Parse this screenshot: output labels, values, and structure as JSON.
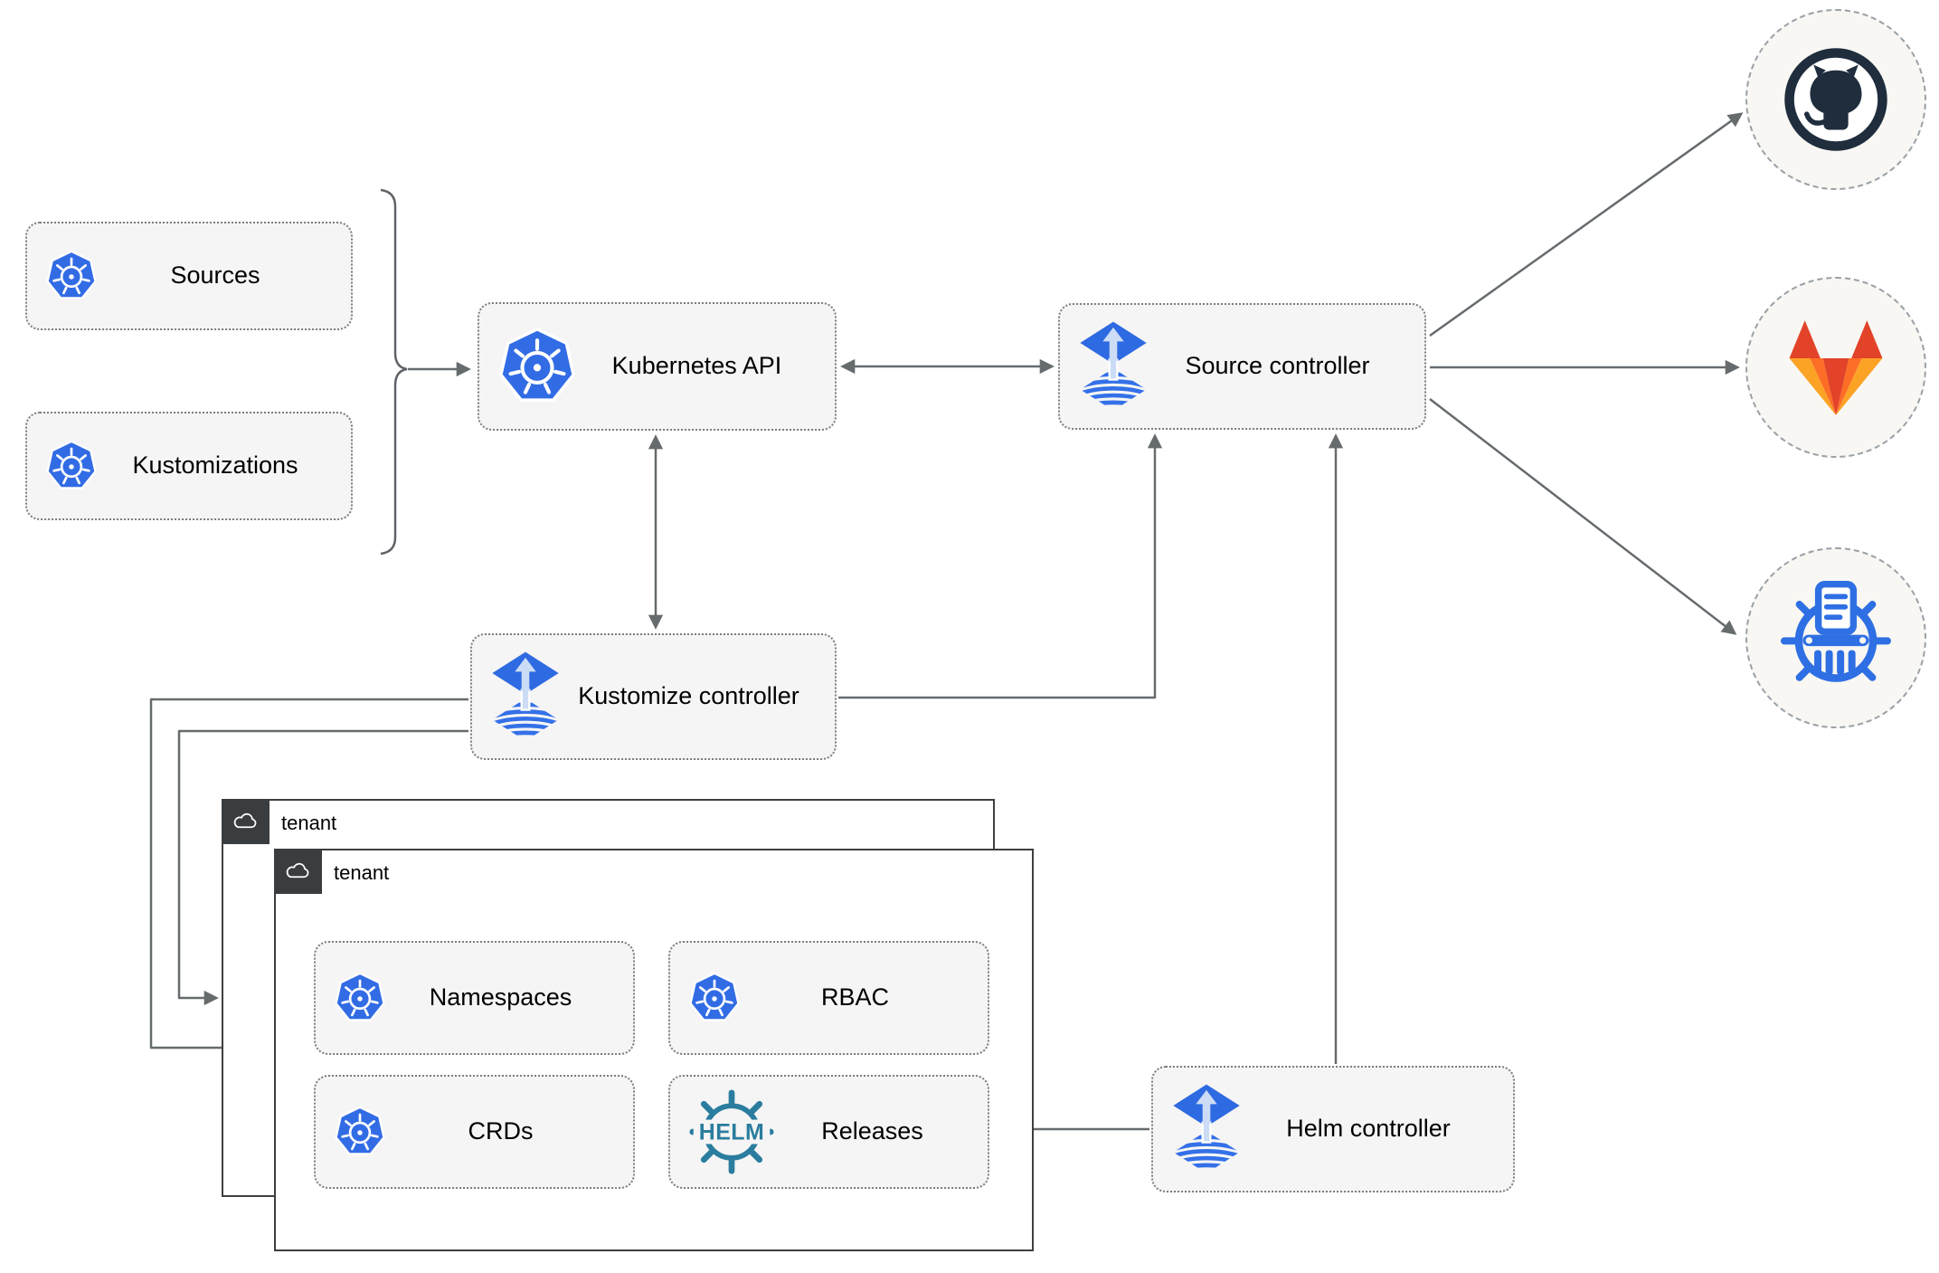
{
  "nodes": {
    "sources": {
      "label": "Sources",
      "icon": "kubernetes-icon"
    },
    "kustomizations": {
      "label": "Kustomizations",
      "icon": "kubernetes-icon"
    },
    "kubernetes_api": {
      "label": "Kubernetes API",
      "icon": "kubernetes-icon"
    },
    "source_controller": {
      "label": "Source controller",
      "icon": "flux-icon"
    },
    "kustomize_controller": {
      "label": "Kustomize controller",
      "icon": "flux-icon"
    },
    "helm_controller": {
      "label": "Helm controller",
      "icon": "flux-icon"
    },
    "namespaces": {
      "label": "Namespaces",
      "icon": "kubernetes-icon"
    },
    "rbac": {
      "label": "RBAC",
      "icon": "kubernetes-icon"
    },
    "crds": {
      "label": "CRDs",
      "icon": "kubernetes-icon"
    },
    "releases": {
      "label": "Releases",
      "icon": "helm-icon",
      "icon_text": "HELM"
    }
  },
  "groups": {
    "tenant_back": {
      "label": "tenant",
      "icon": "cloud-icon"
    },
    "tenant_front": {
      "label": "tenant",
      "icon": "cloud-icon"
    }
  },
  "remotes": {
    "github": {
      "icon": "github-icon"
    },
    "gitlab": {
      "icon": "gitlab-icon"
    },
    "chart_repository": {
      "icon": "chartmuseum-icon"
    }
  },
  "colors": {
    "kubernetes_blue": "#326ce5",
    "flux_blue": "#2e6ae1",
    "flux_arrow_light": "#ccdcf6",
    "helm_teal": "#2a7d9e",
    "github_dark": "#1f2d3d",
    "gitlab_red": "#e24329",
    "gitlab_orange": "#fc6d26",
    "gitlab_yellow": "#fca326",
    "chartmuseum_blue": "#2f6fe4",
    "connector_gray": "#666b6e",
    "node_fill": "#f5f5f5",
    "tenant_tab": "#3a3d40"
  }
}
